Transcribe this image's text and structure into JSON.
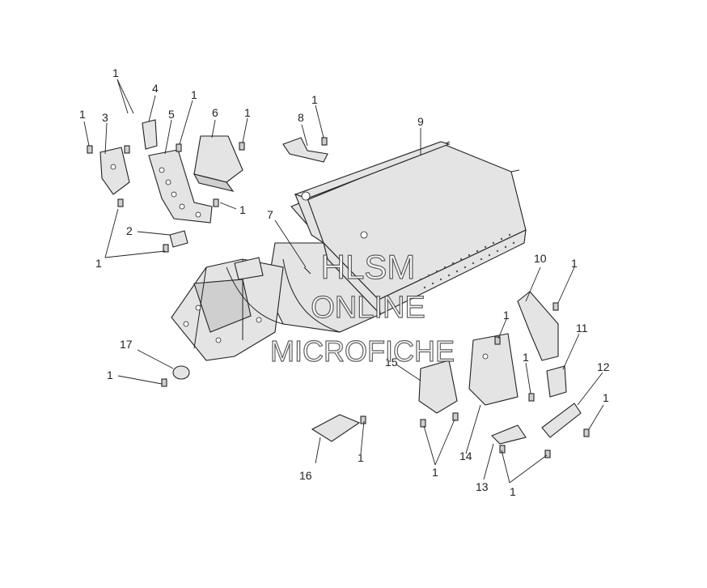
{
  "diagram": {
    "background": "#ffffff",
    "line_color": "#222222",
    "callouts": [
      {
        "id": "c1a",
        "text": "1"
      },
      {
        "id": "c1b",
        "text": "1"
      },
      {
        "id": "c1c",
        "text": "1"
      },
      {
        "id": "c1d",
        "text": "1"
      },
      {
        "id": "c1e",
        "text": "1"
      },
      {
        "id": "c1f",
        "text": "1"
      },
      {
        "id": "c1g",
        "text": "1"
      },
      {
        "id": "c1h",
        "text": "1"
      },
      {
        "id": "c1i",
        "text": "1"
      },
      {
        "id": "c1j",
        "text": "1"
      },
      {
        "id": "c1k",
        "text": "1"
      },
      {
        "id": "c1l",
        "text": "1"
      },
      {
        "id": "c1m",
        "text": "1"
      },
      {
        "id": "c1n",
        "text": "1"
      },
      {
        "id": "c1o",
        "text": "1"
      },
      {
        "id": "c2",
        "text": "2"
      },
      {
        "id": "c3",
        "text": "3"
      },
      {
        "id": "c4",
        "text": "4"
      },
      {
        "id": "c5",
        "text": "5"
      },
      {
        "id": "c6",
        "text": "6"
      },
      {
        "id": "c7",
        "text": "7"
      },
      {
        "id": "c8",
        "text": "8"
      },
      {
        "id": "c9",
        "text": "9"
      },
      {
        "id": "c10",
        "text": "10"
      },
      {
        "id": "c11",
        "text": "11"
      },
      {
        "id": "c12",
        "text": "12"
      },
      {
        "id": "c13",
        "text": "13"
      },
      {
        "id": "c14",
        "text": "14"
      },
      {
        "id": "c15",
        "text": "15"
      },
      {
        "id": "c16",
        "text": "16"
      },
      {
        "id": "c17",
        "text": "17"
      }
    ]
  },
  "watermark": {
    "line1": "HLSM",
    "line2": "ONLINE",
    "line3": "MICROFICHE"
  }
}
